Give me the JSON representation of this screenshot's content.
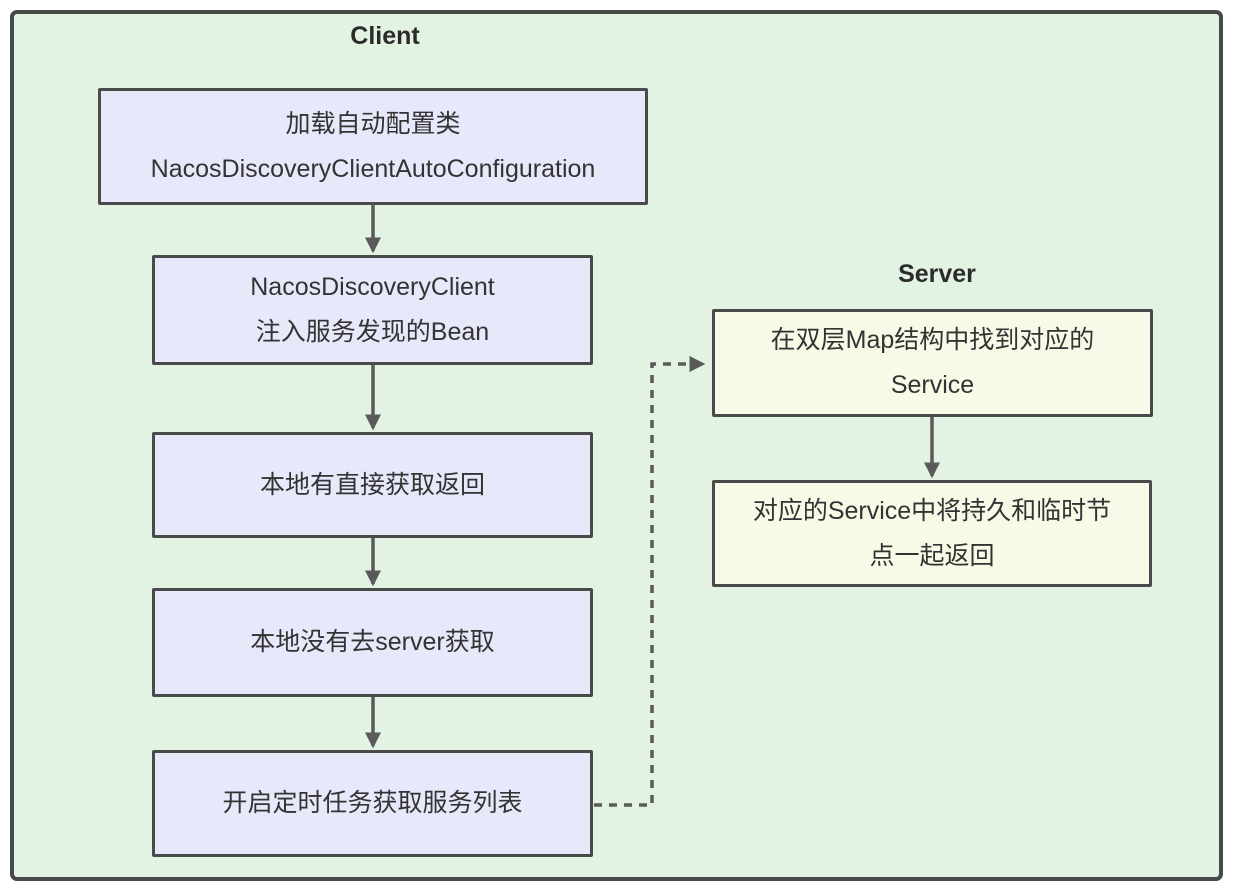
{
  "colors": {
    "canvas-bg": "#e2f3e3",
    "client-node-bg": "#e7e9fb",
    "server-node-bg": "#f8f9e6",
    "node-border": "#4a4a4a",
    "frame-border": "#454a46",
    "arrow": "#5a5a5a",
    "text": "#333333",
    "title": "#2b2b2b"
  },
  "client": {
    "title": "Client",
    "nodes": [
      {
        "lines": [
          "加载自动配置类",
          "NacosDiscoveryClientAutoConfiguration"
        ]
      },
      {
        "lines": [
          "NacosDiscoveryClient",
          "注入服务发现的Bean"
        ]
      },
      {
        "lines": [
          "本地有直接获取返回"
        ]
      },
      {
        "lines": [
          "本地没有去server获取"
        ]
      },
      {
        "lines": [
          "开启定时任务获取服务列表"
        ]
      }
    ]
  },
  "server": {
    "title": "Server",
    "nodes": [
      {
        "lines": [
          "在双层Map结构中找到对应的",
          "Service"
        ]
      },
      {
        "lines": [
          "对应的Service中将持久和临时节",
          "点一起返回"
        ]
      }
    ]
  }
}
